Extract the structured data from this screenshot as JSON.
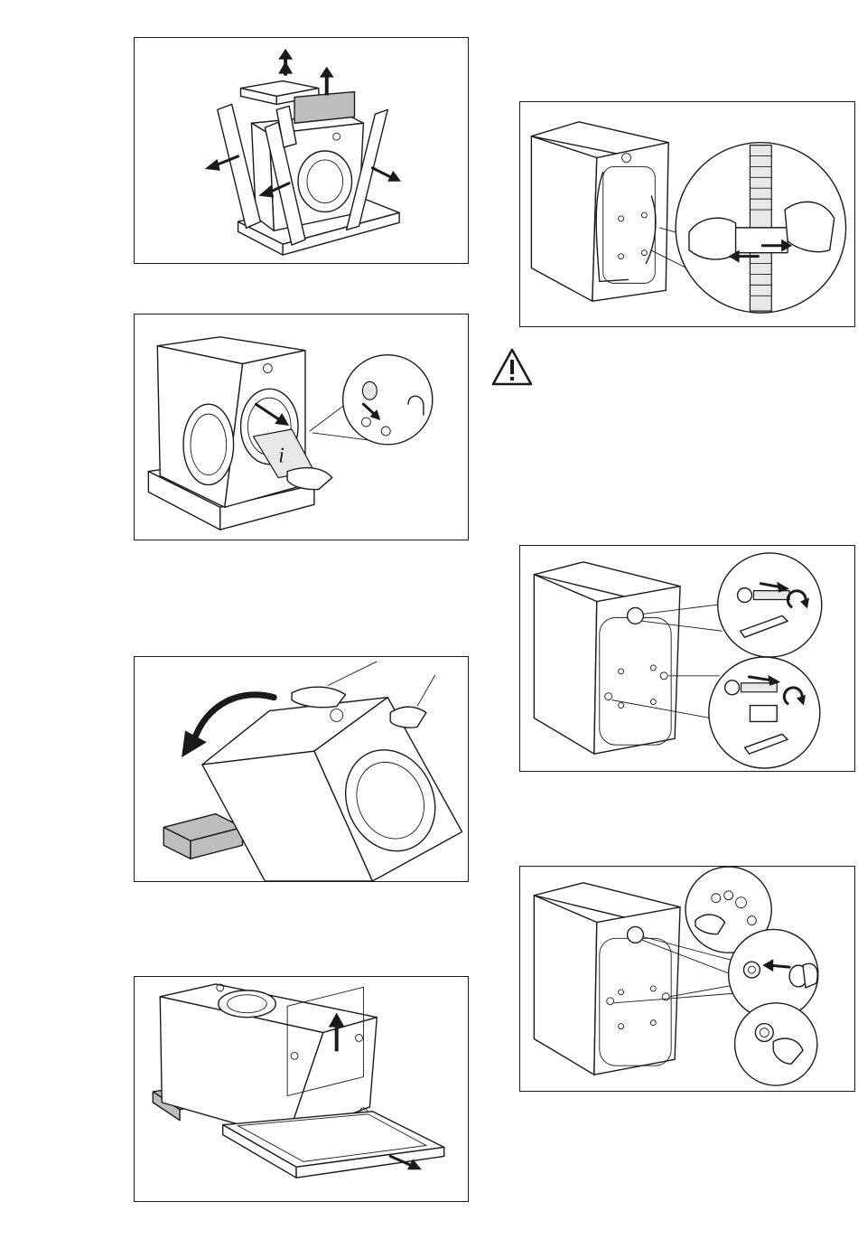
{
  "figures": [
    {
      "id": "remove-packaging",
      "icon": "unpack-illustration"
    },
    {
      "id": "remove-accessories-bag",
      "icon": "accessories-bag-illustration"
    },
    {
      "id": "tilt-machine-on-side",
      "icon": "tilt-illustration"
    },
    {
      "id": "remove-base-packaging",
      "icon": "base-removal-illustration"
    },
    {
      "id": "release-hose-from-clips",
      "icon": "hose-clip-illustration"
    },
    {
      "id": "remove-transit-bolts",
      "icon": "transit-bolt-illustration"
    },
    {
      "id": "insert-plastic-caps",
      "icon": "cap-insert-illustration"
    }
  ],
  "warning": {
    "icon": "warning-triangle-icon"
  }
}
